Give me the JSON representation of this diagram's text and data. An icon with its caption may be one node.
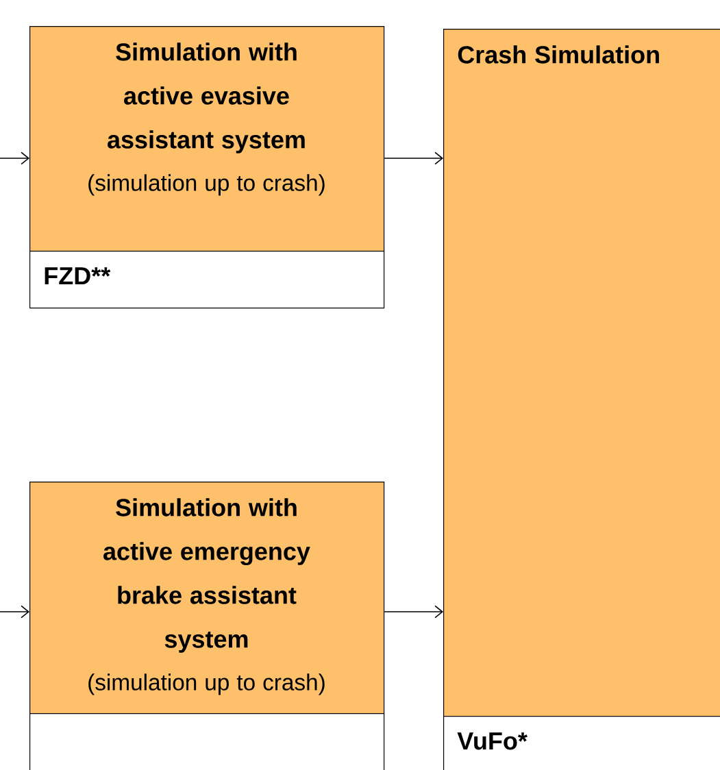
{
  "diagram": {
    "nodes": [
      {
        "text": [
          "Simulation with active evasive assistant system",
          "(simulation up to crash)"
        ]
      },
      {
        "text": [
          "FZD**"
        ]
      },
      {
        "text": [
          "Simulation with active emergency brake assistant system",
          "(simulation up to crash)"
        ]
      },
      {
        "text": [],
        "shape": "box"
      },
      {
        "text": [
          "Crash Simulation"
        ]
      },
      {
        "text": [
          "VuFo*"
        ]
      }
    ],
    "edges": [
      {
        "from": null,
        "to": 0,
        "arrow": "to"
      },
      {
        "from": 0,
        "to": 4,
        "arrow": "to"
      },
      {
        "from": null,
        "to": 2,
        "arrow": "to"
      },
      {
        "from": 2,
        "to": 4,
        "arrow": "to"
      }
    ]
  }
}
